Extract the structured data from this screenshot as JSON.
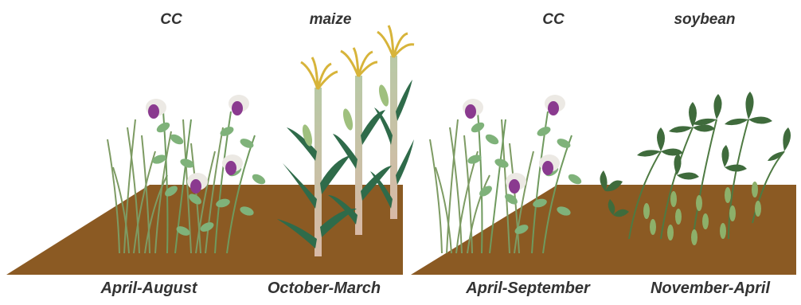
{
  "panels": [
    {
      "crops": [
        {
          "label": "CC",
          "icon": "cover-crop-flowering-legume-icon"
        },
        {
          "label": "maize",
          "icon": "maize-plant-icon"
        }
      ],
      "periods": [
        "April-August",
        "October-March"
      ]
    },
    {
      "crops": [
        {
          "label": "CC",
          "icon": "cover-crop-flowering-legume-icon"
        },
        {
          "label": "soybean",
          "icon": "soybean-plant-icon"
        }
      ],
      "periods": [
        "April-September",
        "November-April"
      ]
    }
  ],
  "colors": {
    "soil": "#8b5a23",
    "soil_edge": "#6b4317",
    "leaf_dark": "#2f6b4a",
    "leaf_light": "#7fb27a",
    "grass": "#7d9b63",
    "flower_petal": "#ece9e4",
    "flower_center": "#8a3a8f",
    "tassel": "#d7b43a",
    "stalk": "#b8c9a6",
    "soy_leaf": "#3f6b3c",
    "soy_pod": "#8db06a",
    "text": "#333333"
  }
}
